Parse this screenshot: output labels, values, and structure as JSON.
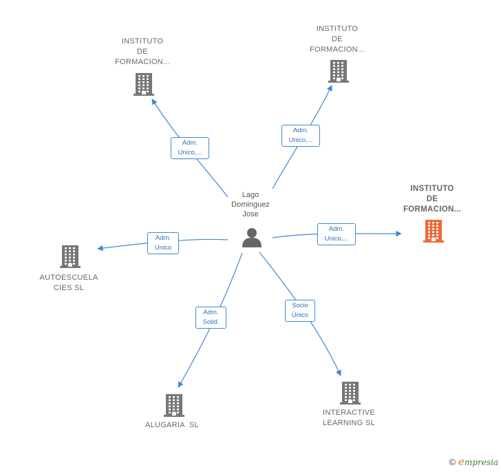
{
  "center": {
    "name_lines": [
      "Lago",
      "Dominguez",
      "Jose"
    ],
    "icon": "person-icon"
  },
  "nodes": [
    {
      "id": "inst1",
      "lines": [
        "INSTITUTO",
        "DE",
        "FORMACION..."
      ],
      "icon": "building-icon",
      "color": "#777777"
    },
    {
      "id": "inst2",
      "lines": [
        "INSTITUTO",
        "DE",
        "FORMACION..."
      ],
      "icon": "building-icon",
      "color": "#777777"
    },
    {
      "id": "inst3",
      "lines": [
        "INSTITUTO",
        "DE",
        "FORMACION..."
      ],
      "icon": "building-icon",
      "color": "#ee6a3a"
    },
    {
      "id": "autoescuela",
      "lines": [
        "AUTOESCUELA",
        "CIES SL"
      ],
      "icon": "building-icon",
      "color": "#777777"
    },
    {
      "id": "alugaria",
      "lines": [
        "ALUGARIA  SL"
      ],
      "icon": "building-icon",
      "color": "#777777"
    },
    {
      "id": "interactive",
      "lines": [
        "INTERACTIVE",
        "LEARNING SL"
      ],
      "icon": "building-icon",
      "color": "#777777"
    }
  ],
  "edges": [
    {
      "target": "inst1",
      "lines": [
        "Adm.",
        "Unico,..."
      ]
    },
    {
      "target": "inst2",
      "lines": [
        "Adm.",
        "Unico,..."
      ]
    },
    {
      "target": "inst3",
      "lines": [
        "Adm.",
        "Unico,..."
      ]
    },
    {
      "target": "autoescuela",
      "lines": [
        "Adm.",
        "Unico"
      ]
    },
    {
      "target": "alugaria",
      "lines": [
        "Adm.",
        "Solid."
      ]
    },
    {
      "target": "interactive",
      "lines": [
        "Socio",
        "Único"
      ]
    }
  ],
  "colors": {
    "edge": "#3f86d6",
    "building": "#777777",
    "building_focus": "#ee6a3a",
    "person": "#666666"
  },
  "footer": {
    "copyright": "©",
    "brand_initial": "e",
    "brand_rest": "mpresia"
  }
}
